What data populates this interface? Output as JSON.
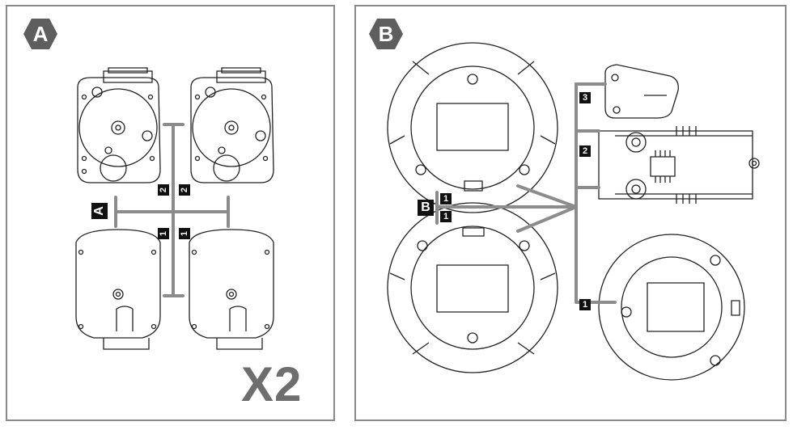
{
  "panels": [
    {
      "letter": "A",
      "sprue_label": "A",
      "part_numbers": [
        "2",
        "2",
        "1",
        "1"
      ],
      "multiplier": "X2"
    },
    {
      "letter": "B",
      "sprue_label": "B",
      "part_numbers": [
        "1",
        "1",
        "3",
        "2",
        "1"
      ]
    }
  ],
  "colors": {
    "frame": "#8a8a8a",
    "badge": "#5e5e5e",
    "sprue": "#8c8c8c",
    "part_outline": "#222222",
    "tag": "#111111",
    "multiplier": "#6e6e6e"
  }
}
